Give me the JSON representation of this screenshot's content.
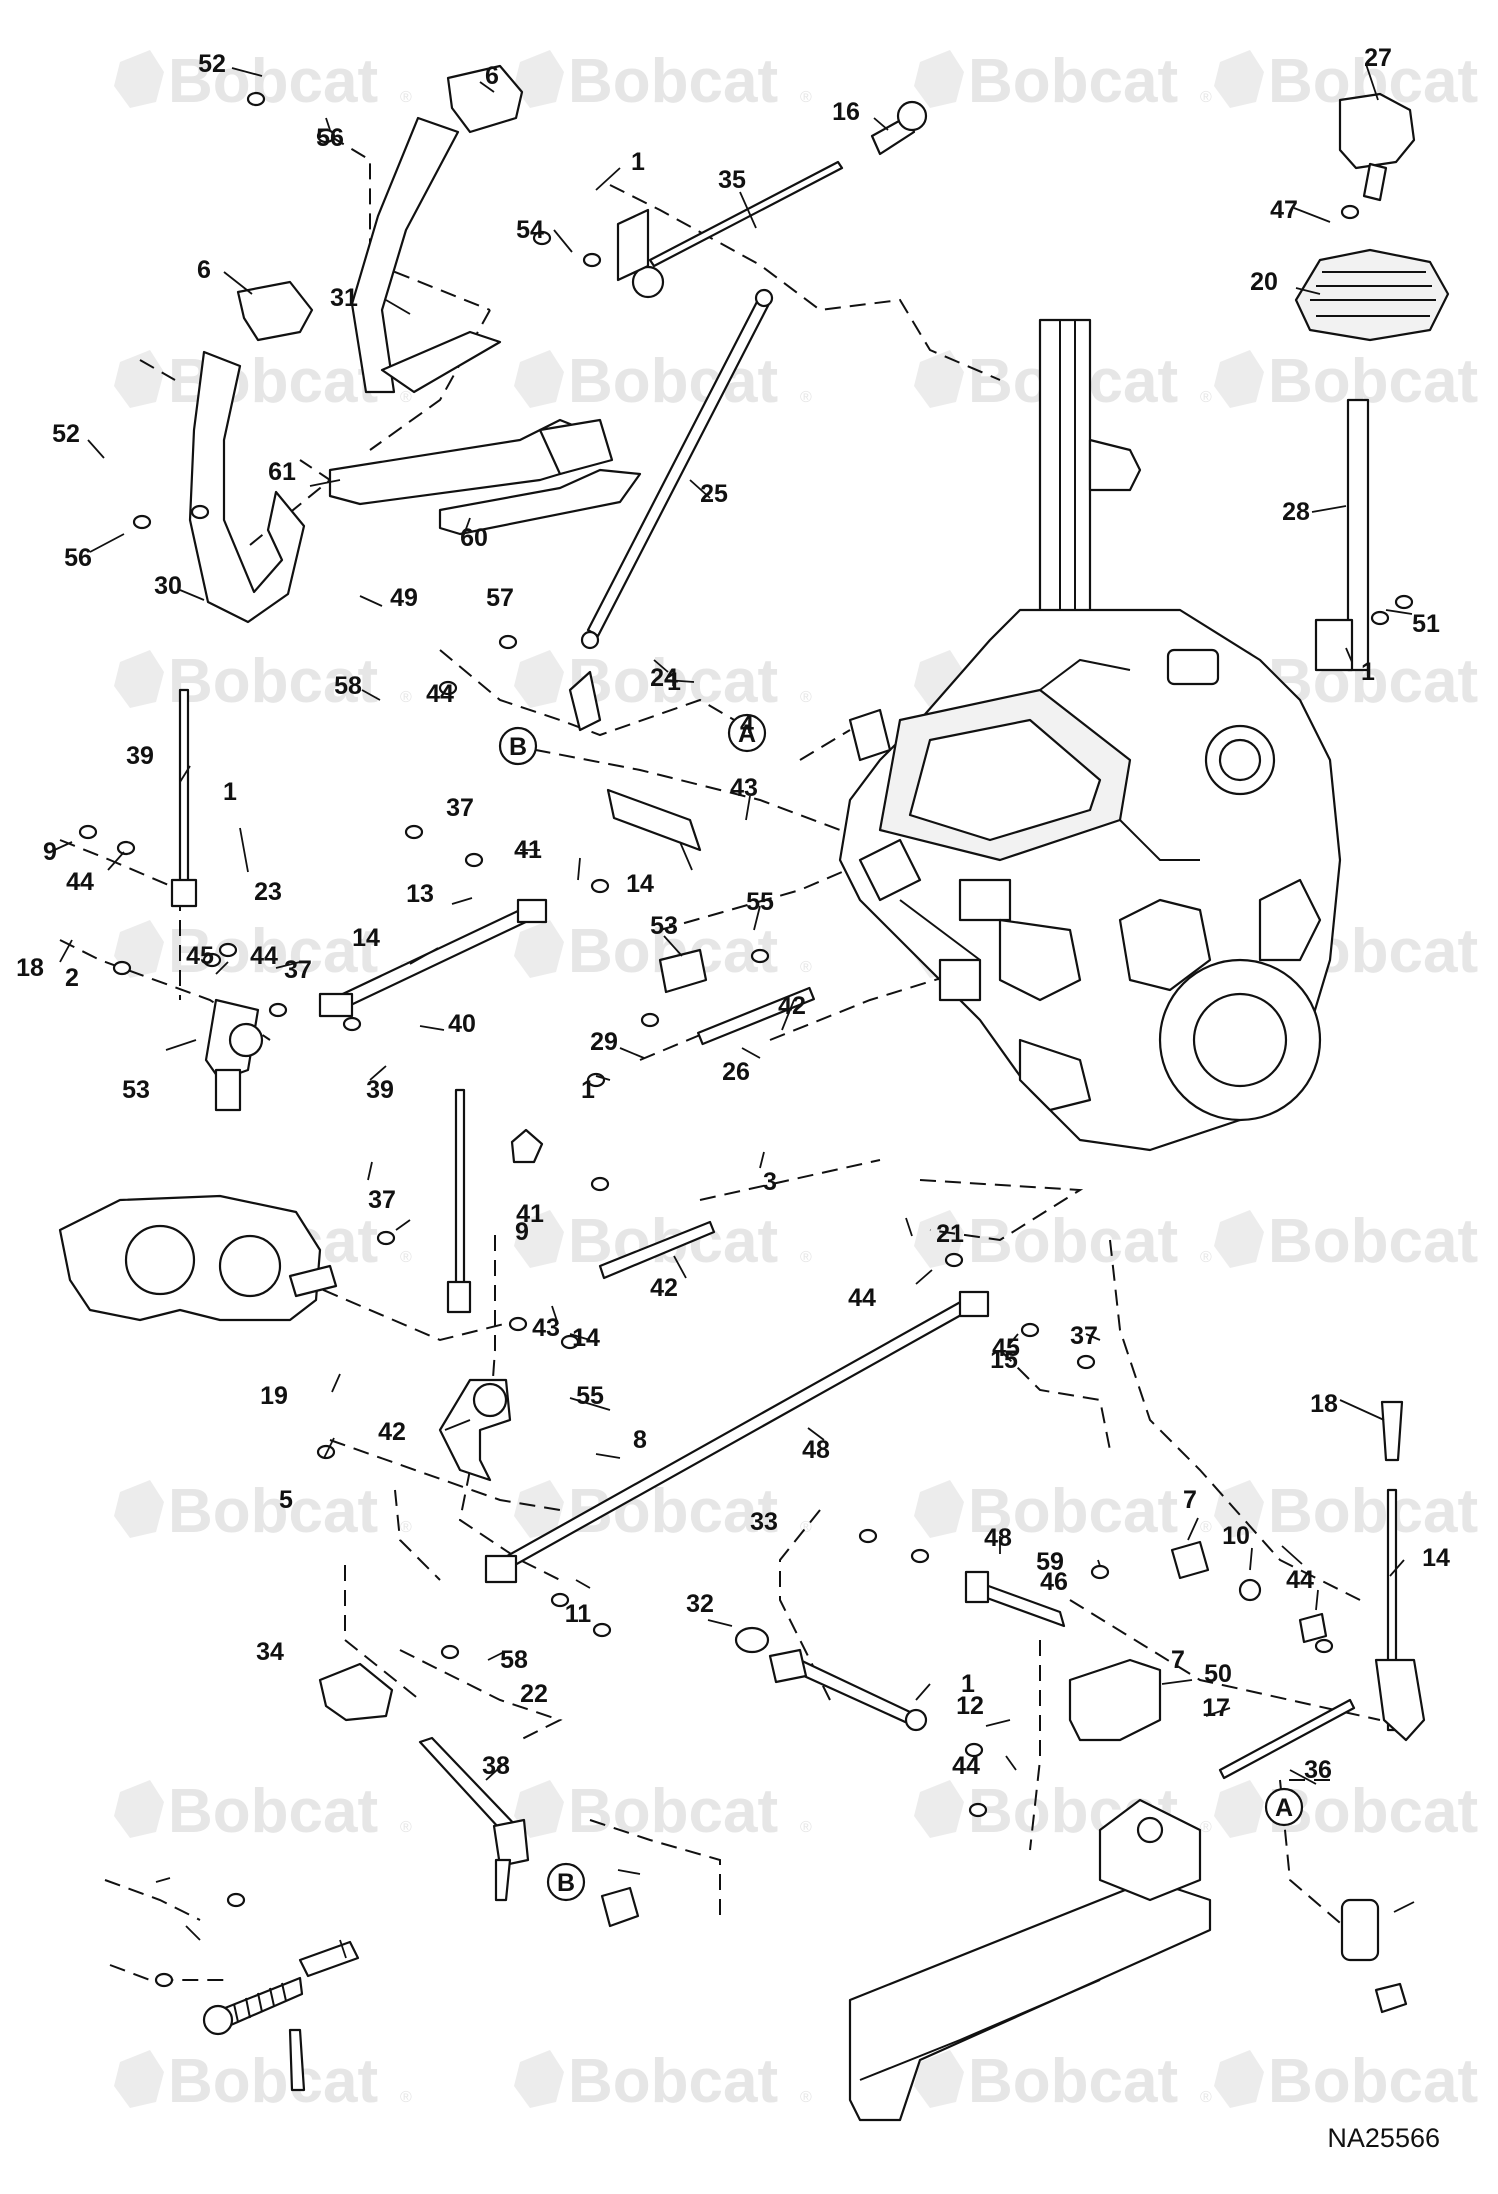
{
  "diagram": {
    "document_id": "NA25566",
    "watermark": "Bobcat",
    "watermark_registered": "®",
    "callouts": [
      "52",
      "6",
      "56",
      "27",
      "16",
      "1",
      "35",
      "54",
      "47",
      "20",
      "31",
      "6",
      "25",
      "61",
      "52",
      "60",
      "56",
      "30",
      "28",
      "49",
      "57",
      "51",
      "24",
      "1",
      "58",
      "1",
      "44",
      "B",
      "A",
      "4",
      "39",
      "1",
      "43",
      "9",
      "44",
      "37",
      "41",
      "23",
      "14",
      "13",
      "53",
      "55",
      "18",
      "44",
      "14",
      "45",
      "37",
      "2",
      "40",
      "29",
      "42",
      "26",
      "53",
      "39",
      "1",
      "3",
      "41",
      "37",
      "21",
      "9",
      "42",
      "43",
      "44",
      "14",
      "37",
      "45",
      "15",
      "19",
      "55",
      "18",
      "42",
      "8",
      "48",
      "7",
      "5",
      "33",
      "48",
      "59",
      "10",
      "14",
      "46",
      "44",
      "32",
      "11",
      "7",
      "1",
      "58",
      "22",
      "34",
      "50",
      "A",
      "12",
      "17",
      "38",
      "36",
      "44",
      "B"
    ],
    "ref_labels": {
      "a": "A",
      "b": "B"
    }
  }
}
